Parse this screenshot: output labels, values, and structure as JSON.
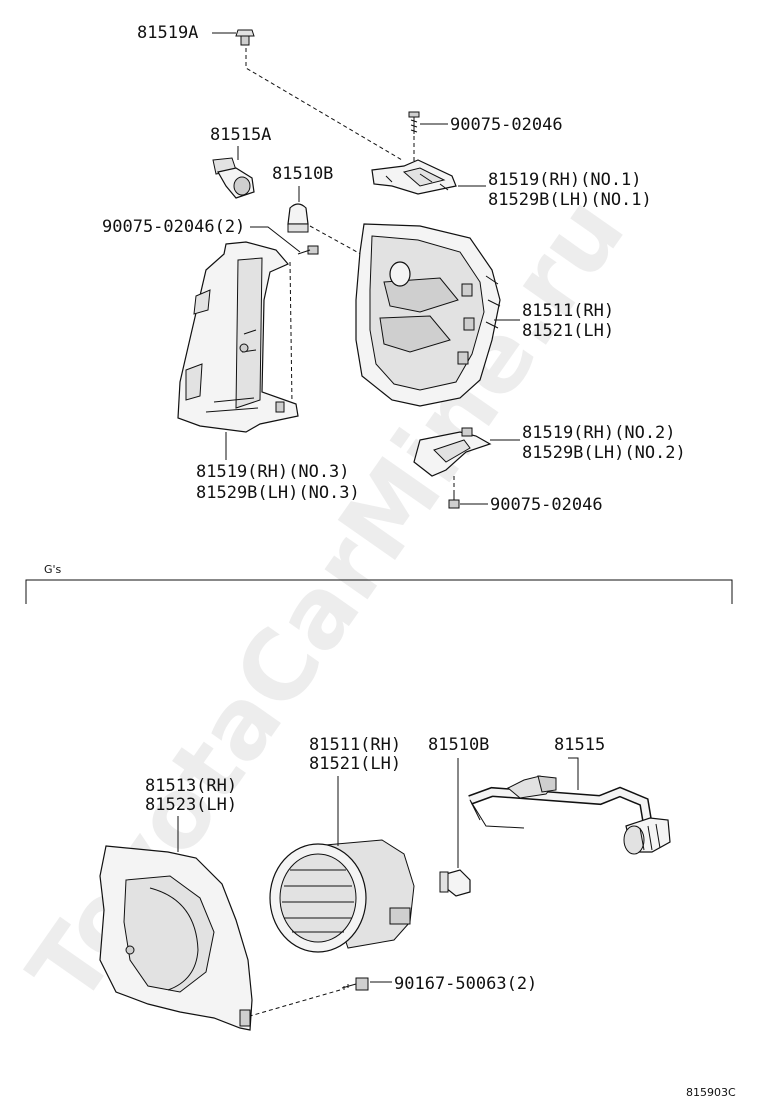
{
  "watermark": "ToyotaCarMine.ru",
  "section_label": "G's",
  "diagram_code": "815903C",
  "labels": {
    "p81519A": "81519A",
    "p90075_top": "90075-02046",
    "p81515A": "81515A",
    "p81510B_top": "81510B",
    "p81519_no1_a": "81519(RH)(NO.1)",
    "p81519_no1_b": "81529B(LH)(NO.1)",
    "p90075_2": "90075-02046(2)",
    "p81511_top_a": "81511(RH)",
    "p81511_top_b": "81521(LH)",
    "p81519_no2_a": "81519(RH)(NO.2)",
    "p81519_no2_b": "81529B(LH)(NO.2)",
    "p81519_no3_a": "81519(RH)(NO.3)",
    "p81519_no3_b": "81529B(LH)(NO.3)",
    "p90075_bottom": "90075-02046",
    "p81511_bot_a": "81511(RH)",
    "p81511_bot_b": "81521(LH)",
    "p81510B_bot": "81510B",
    "p81515": "81515",
    "p81513_a": "81513(RH)",
    "p81513_b": "81523(LH)",
    "p90167": "90167-50063(2)"
  }
}
